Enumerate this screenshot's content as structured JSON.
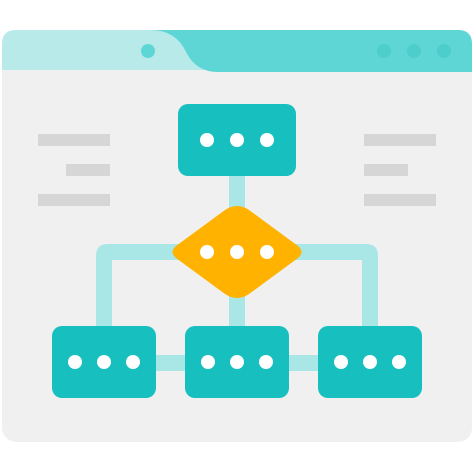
{
  "icon": {
    "name": "website-flowchart-sitemap",
    "colors": {
      "window_body": "#f0f0f0",
      "title_bar": "#b8eaea",
      "title_tab": "#5fd6d6",
      "window_dot": "#4ecdcd",
      "teal_box": "#17bfbf",
      "teal_box_dark": "#19b4b4",
      "box_dot": "#ffffff",
      "connector": "#a9e7e7",
      "decision": "#ffb300",
      "decision_dot": "#ffffff",
      "text_line": "#d6d6d6"
    },
    "window_dots": 3,
    "node_dots": 3,
    "nodes": [
      {
        "id": "top",
        "type": "process"
      },
      {
        "id": "decision",
        "type": "decision"
      },
      {
        "id": "left",
        "type": "process"
      },
      {
        "id": "middle",
        "type": "process"
      },
      {
        "id": "right",
        "type": "process"
      }
    ],
    "text_lines_left": 3,
    "text_lines_right": 3
  }
}
